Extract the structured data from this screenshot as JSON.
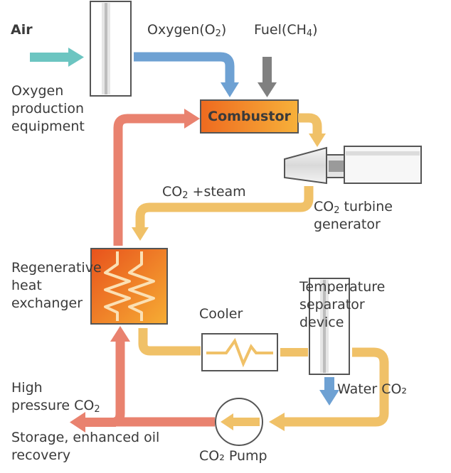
{
  "labels": {
    "air": "Air",
    "oxygen_prefix": "Oxygen(O",
    "oxygen_sub": "2",
    "oxygen_suffix": ")",
    "fuel_prefix": "Fuel(CH",
    "fuel_sub": "4",
    "fuel_suffix": ")",
    "oxygen_equipment": "Oxygen\nproduction\nequipment",
    "combustor": "Combustor",
    "co2_steam_prefix": "CO",
    "co2_steam_sub": "2",
    "co2_steam_suffix": " +steam",
    "turbine_prefix": "CO",
    "turbine_sub": "2",
    "turbine_suffix": " turbine",
    "turbine_line2": "generator",
    "regen_hx": "Regenerative\nheat\nexchanger",
    "temp_separator": "Temperature\nseparator\ndevice",
    "cooler": "Cooler",
    "water_co2": "Water CO₂",
    "high_pressure_prefix": "High\npressure CO",
    "high_pressure_sub": "2",
    "storage": "Storage, enhanced oil\nrecovery",
    "pump": "CO₂ Pump"
  },
  "colors": {
    "air_arrow": "#6cc5c1",
    "oxygen_arrow": "#6ea1d3",
    "fuel_arrow": "#808080",
    "hot_flow": "#e9826f",
    "warm_flow": "#f0c168",
    "water_arrow": "#6ea1d3",
    "combustor_orange": "#f08a25",
    "text": "#3a3a3a"
  }
}
